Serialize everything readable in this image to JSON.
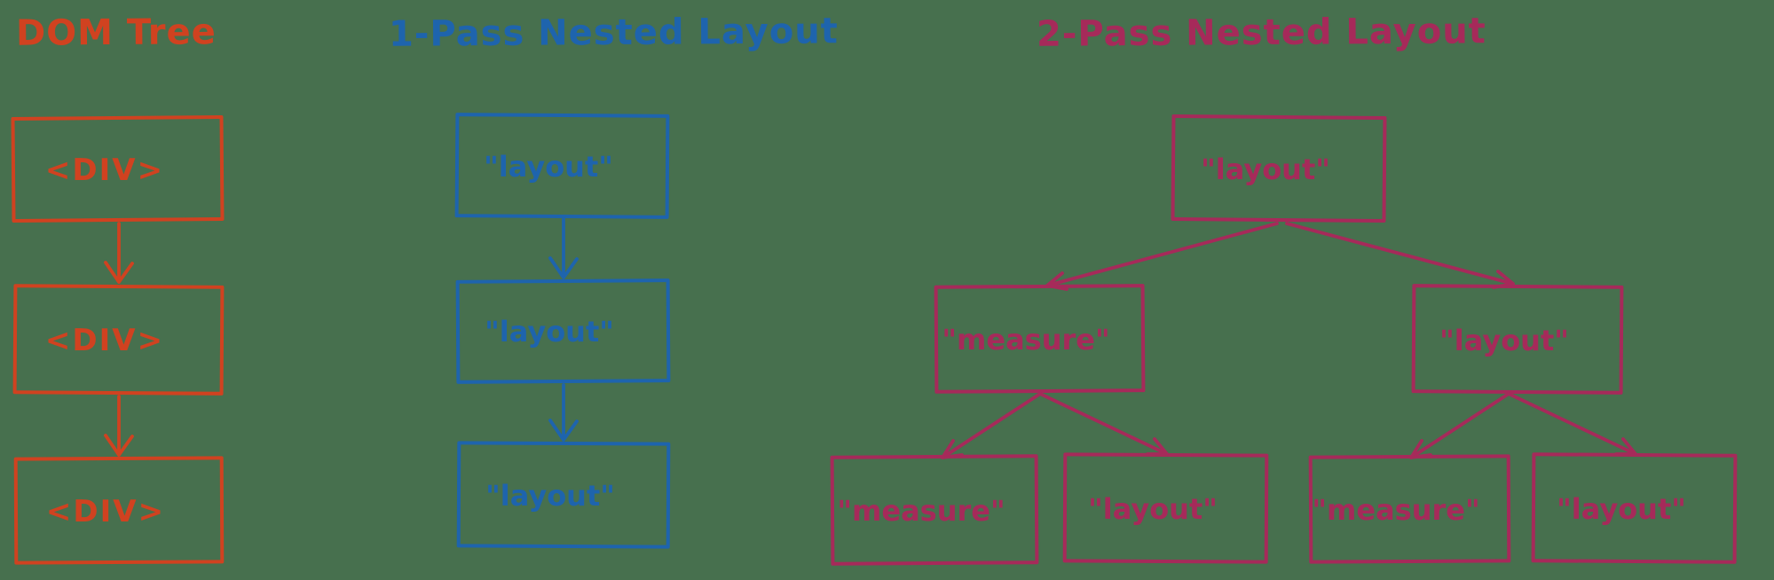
{
  "colors": {
    "background": "#47704e",
    "orange": "#d04220",
    "blue": "#1e64ad",
    "pink": "#a62a5a"
  },
  "sections": {
    "dom_tree": {
      "title": "DOM Tree",
      "nodes": [
        "<DIV>",
        "<DIV>",
        "<DIV>"
      ]
    },
    "one_pass": {
      "title": "1-Pass Nested Layout",
      "nodes": [
        "\"layout\"",
        "\"layout\"",
        "\"layout\""
      ]
    },
    "two_pass": {
      "title": "2-Pass Nested Layout",
      "root": "\"layout\"",
      "children": [
        "\"measure\"",
        "\"layout\""
      ],
      "grandchildren": [
        "\"measure\"",
        "\"layout\"",
        "\"measure\"",
        "\"layout\""
      ]
    }
  }
}
